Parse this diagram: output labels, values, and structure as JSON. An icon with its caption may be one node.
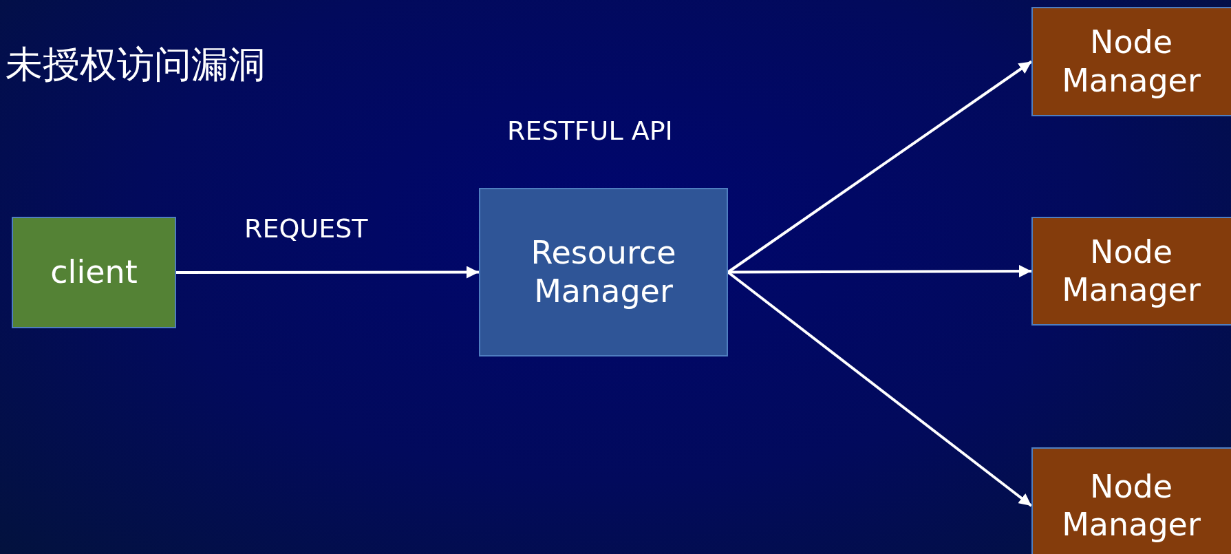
{
  "diagram": {
    "title": "未授权访问漏洞",
    "nodes": [
      {
        "text": [
          "client"
        ]
      },
      {
        "text": [
          "Resource Manager"
        ]
      },
      {
        "text": [
          "Node Manager"
        ]
      },
      {
        "text": [
          "Node Manager"
        ]
      },
      {
        "text": [
          "Node Manager"
        ]
      }
    ],
    "edges": [
      {
        "from": 0,
        "to": 1,
        "arrow": "to",
        "label": "REQUEST"
      },
      {
        "from": 1,
        "to": 2,
        "arrow": "to"
      },
      {
        "from": 1,
        "to": 3,
        "arrow": "to"
      },
      {
        "from": 1,
        "to": 4,
        "arrow": "to"
      }
    ],
    "labels": [
      "RESTFUL API"
    ]
  }
}
